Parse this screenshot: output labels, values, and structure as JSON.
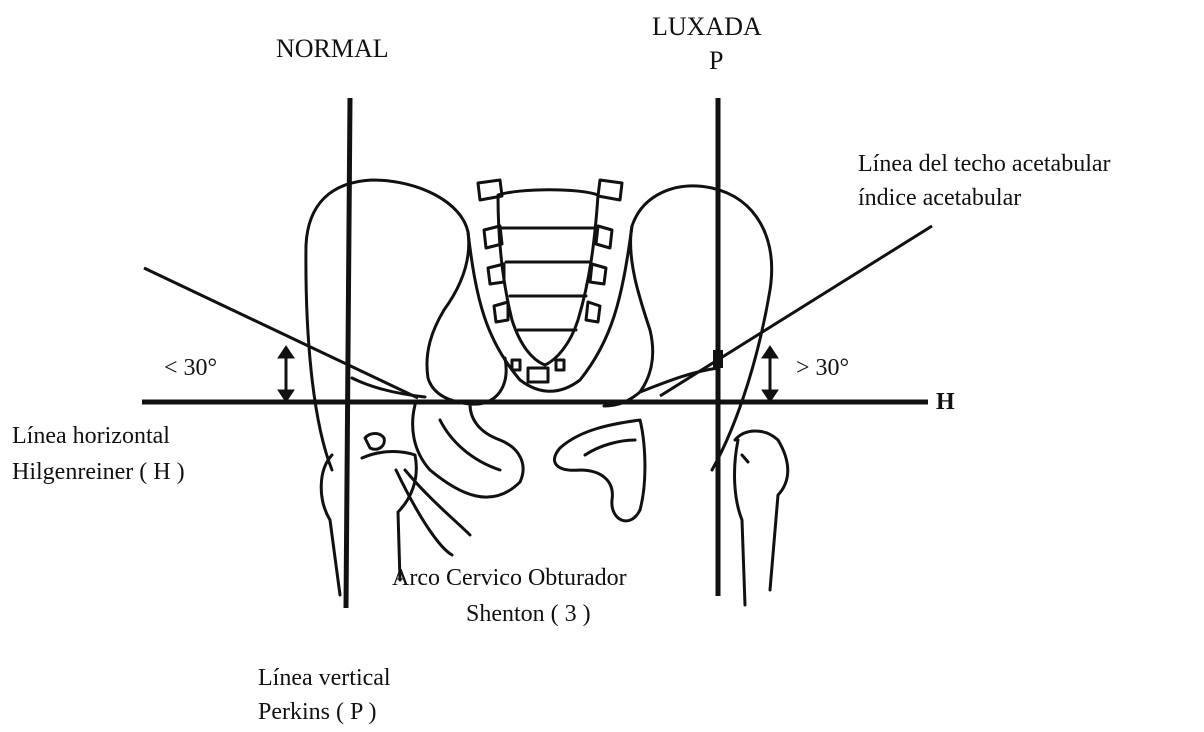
{
  "figure": {
    "ink_color": "#111111",
    "background_color": "#ffffff",
    "labels": {
      "normal": "NORMAL",
      "luxada": "LUXADA",
      "p_marker": "P",
      "h_marker": "H",
      "roof_line_1": "Línea del techo acetabular",
      "roof_line_2": "índice acetabular",
      "angle_normal": "< 30°",
      "angle_luxada": "> 30°",
      "horizontal_1": "Línea horizontal",
      "horizontal_2": "Hilgenreiner ( H )",
      "shenton_1": "Arco Cervico Obturador",
      "shenton_2": "Shenton ( 3 )",
      "vertical_1": "Línea vertical",
      "vertical_2": "Perkins ( P )"
    },
    "icons": [
      "pelvis-outline-icon",
      "sacrum-icon",
      "femur-icon",
      "double-arrow-icon"
    ]
  }
}
